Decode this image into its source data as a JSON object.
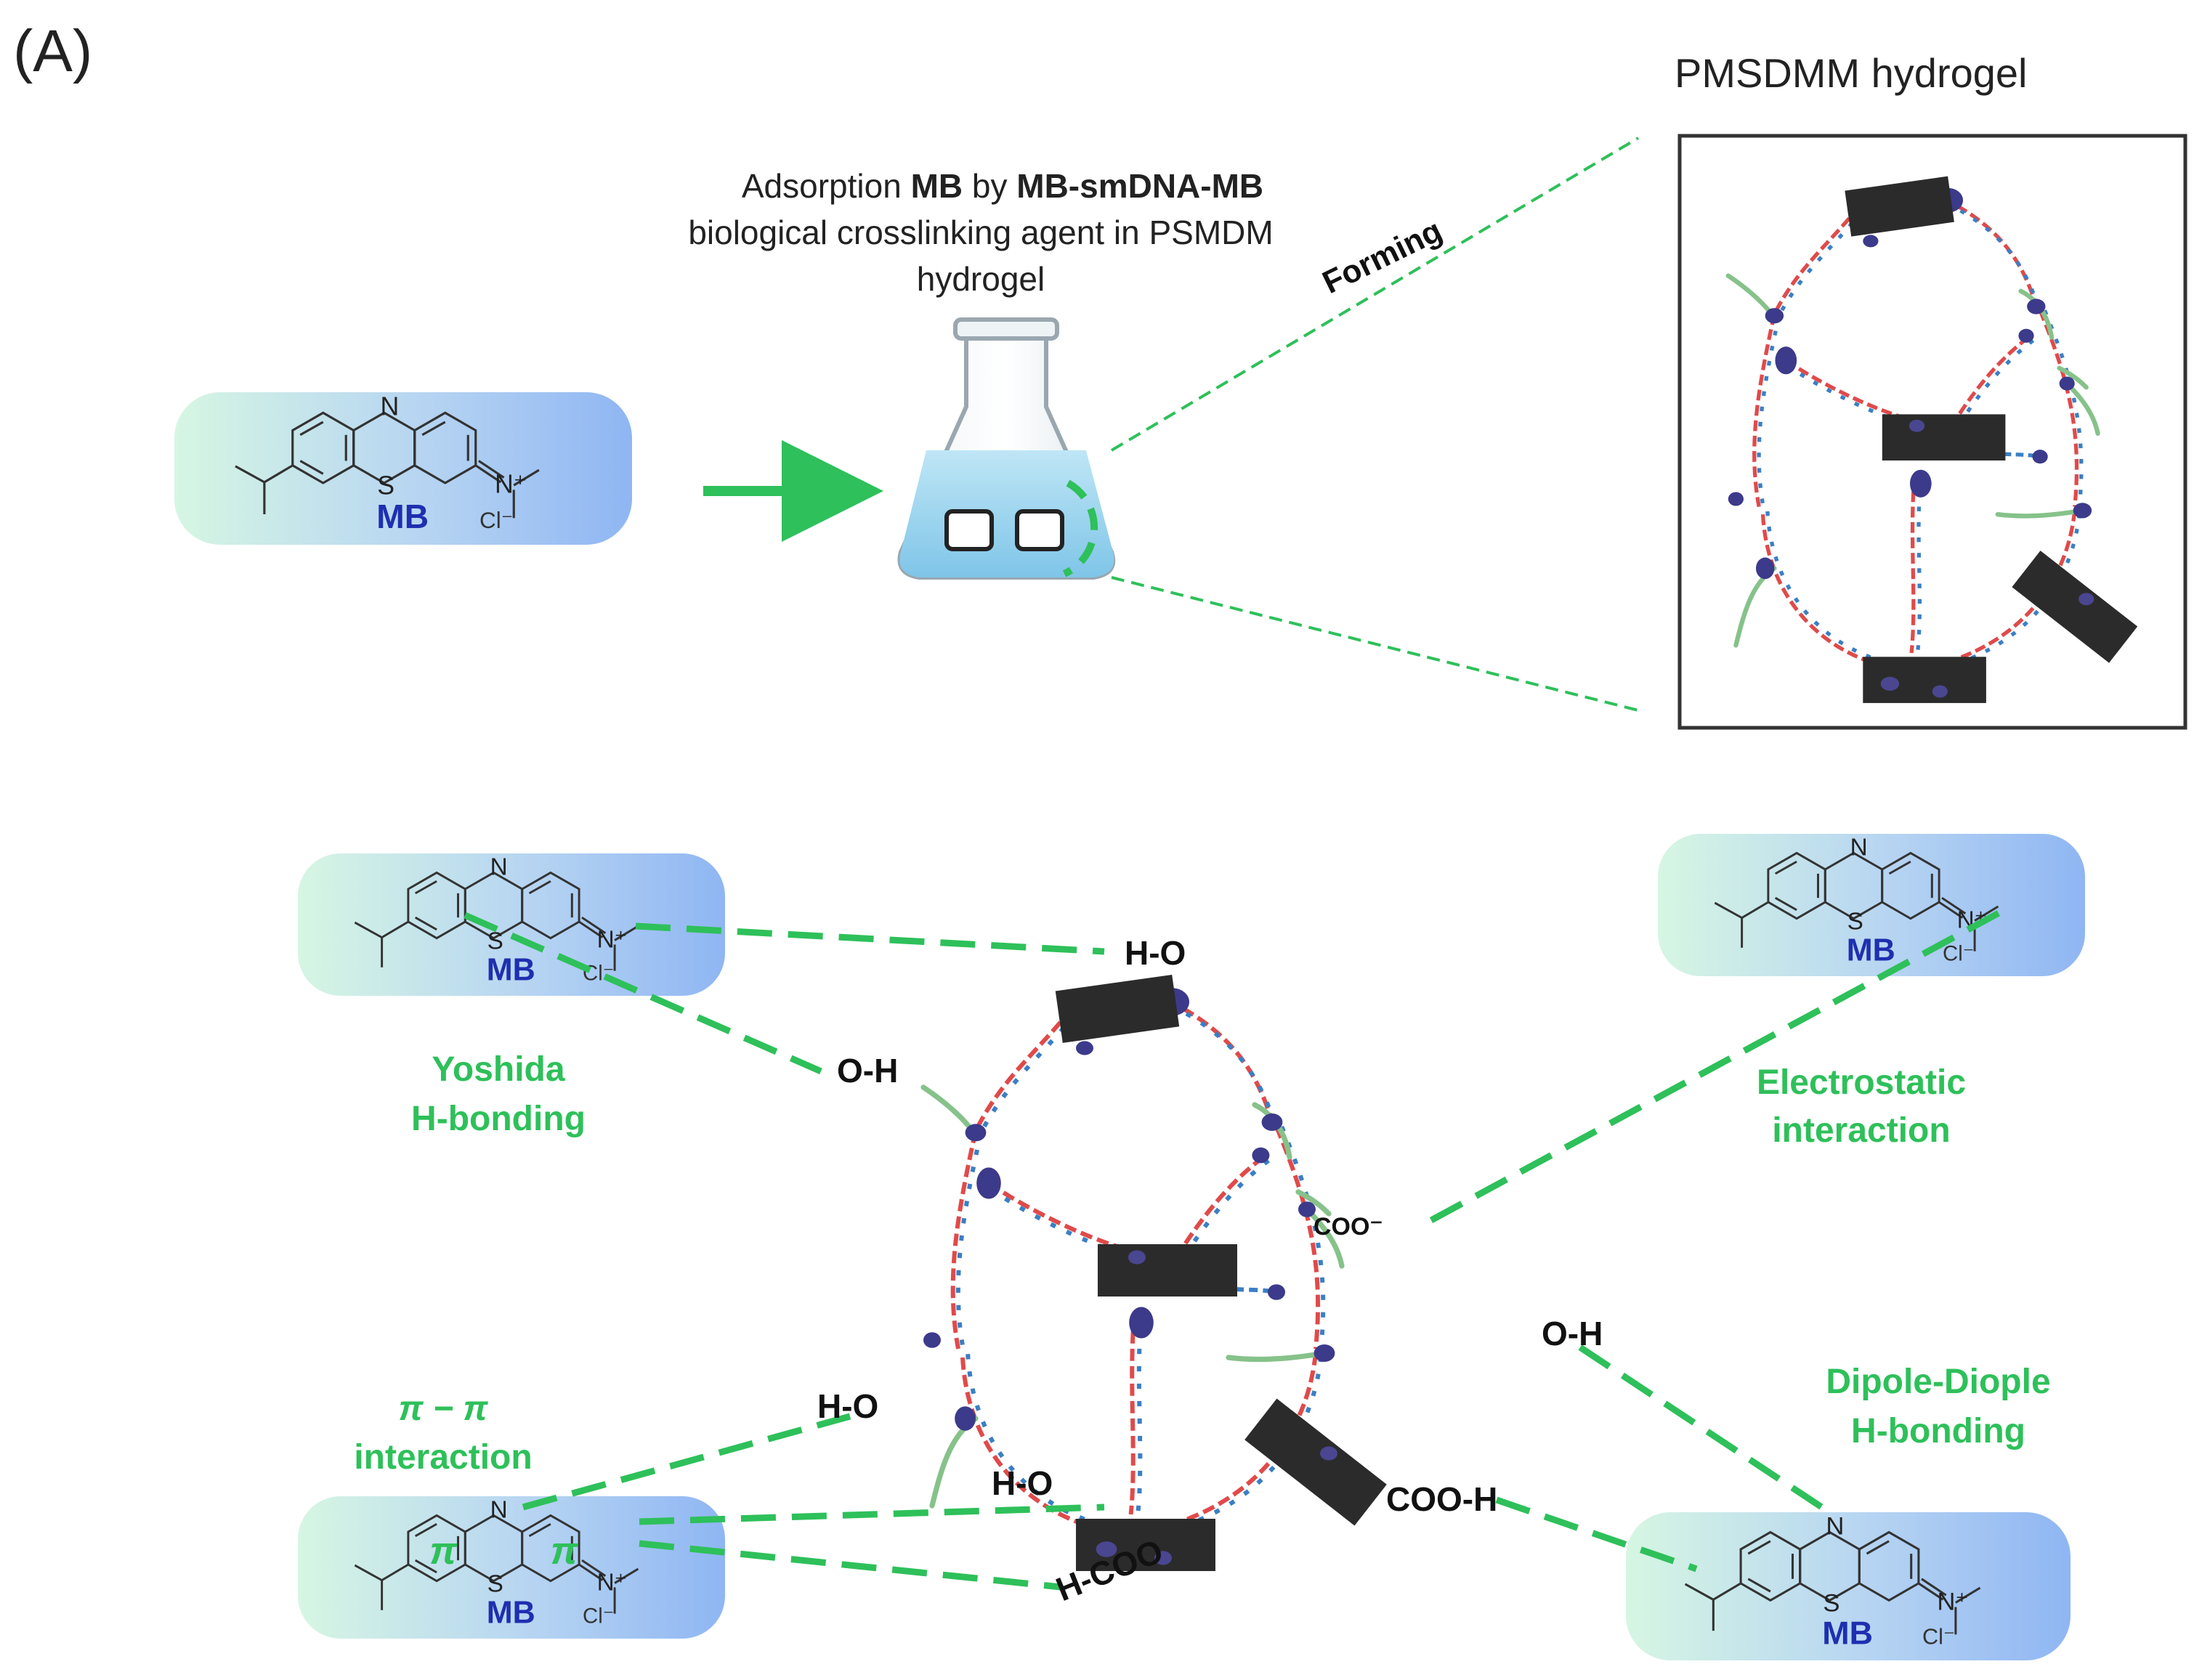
{
  "panel_label": "(A)",
  "hydrogel_title": "PMSDMM hydrogel",
  "process": {
    "caption_prefix": "Adsorption ",
    "caption_mb": "MB",
    "caption_by": " by ",
    "caption_agent": "MB-smDNA-MB",
    "caption_line2": "biological crosslinking agent in PSMDM",
    "caption_line3": "hydrogel",
    "forming_label": "Forming"
  },
  "molecule": {
    "name": "MB",
    "counterion": "Cl⁻",
    "atom_n": "N",
    "atom_s": "S",
    "atom_nplus": "N⁺",
    "pi_symbol": "π"
  },
  "interactions": {
    "yoshida_line1": "Yoshida",
    "yoshida_line2": "H-bonding",
    "electrostatic_line1": "Electrostatic",
    "electrostatic_line2": "interaction",
    "pipi_line1": "π − π",
    "pipi_line2": "interaction",
    "dipole_line1": "Dipole-Diople",
    "dipole_line2": "H-bonding"
  },
  "groups": {
    "ho_top": "H-O",
    "oh_left": "O-H",
    "coo_minus": "COO⁻",
    "oh_right": "O-H",
    "ho_left": "H-O",
    "ho_bottom": "H-O",
    "hcoo": "H-COO",
    "cooh": "COO-H"
  },
  "colors": {
    "green_accent": "#2ec05a",
    "dna_red": "#e04a4a",
    "dna_blue": "#3a7fc4",
    "crosslinker_block": "#2b2b2b",
    "bead": "#3c3a8a",
    "mb_blue": "#1e2fb0"
  }
}
